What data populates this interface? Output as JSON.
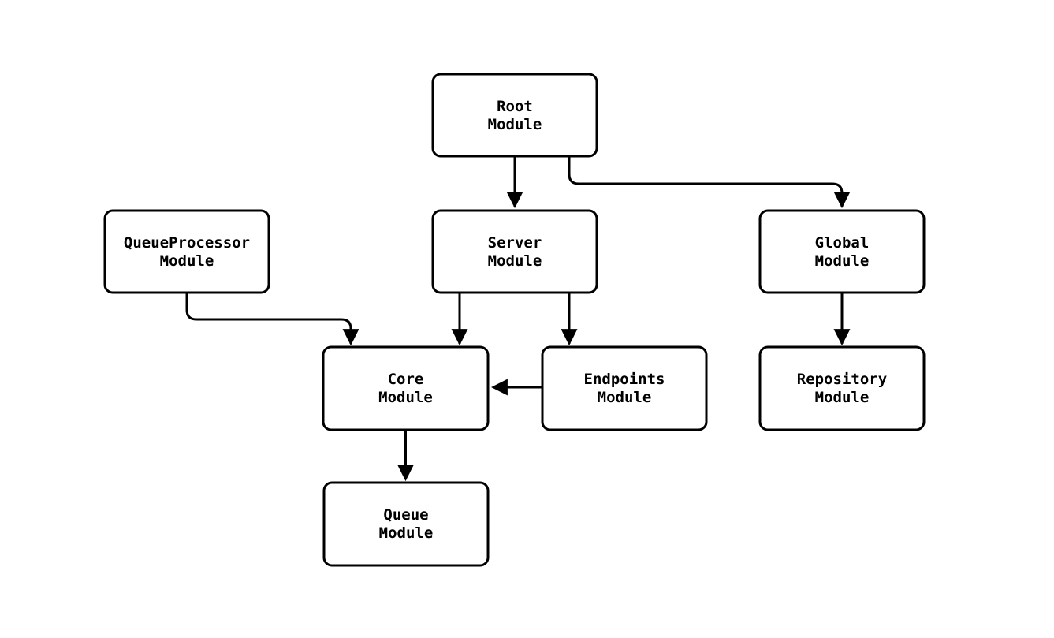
{
  "diagram": {
    "type": "flowchart",
    "description": "Module dependency diagram",
    "colors": {
      "background": "#ffffff",
      "node_fill": "#ffffff",
      "node_border": "#000000",
      "edge": "#000000",
      "text": "#000000"
    },
    "nodes": {
      "root": {
        "line1": "Root",
        "line2": "Module"
      },
      "queueProcessor": {
        "line1": "QueueProcessor",
        "line2": "Module"
      },
      "server": {
        "line1": "Server",
        "line2": "Module"
      },
      "global": {
        "line1": "Global",
        "line2": "Module"
      },
      "core": {
        "line1": "Core",
        "line2": "Module"
      },
      "endpoints": {
        "line1": "Endpoints",
        "line2": "Module"
      },
      "repository": {
        "line1": "Repository",
        "line2": "Module"
      },
      "queue": {
        "line1": "Queue",
        "line2": "Module"
      }
    },
    "edges": [
      {
        "from": "Root Module",
        "to": "Server Module"
      },
      {
        "from": "Root Module",
        "to": "Global Module"
      },
      {
        "from": "QueueProcessor Module",
        "to": "Core Module"
      },
      {
        "from": "Server Module",
        "to": "Core Module"
      },
      {
        "from": "Server Module",
        "to": "Endpoints Module"
      },
      {
        "from": "Endpoints Module",
        "to": "Core Module"
      },
      {
        "from": "Global Module",
        "to": "Repository Module"
      },
      {
        "from": "Core Module",
        "to": "Queue Module"
      }
    ]
  }
}
